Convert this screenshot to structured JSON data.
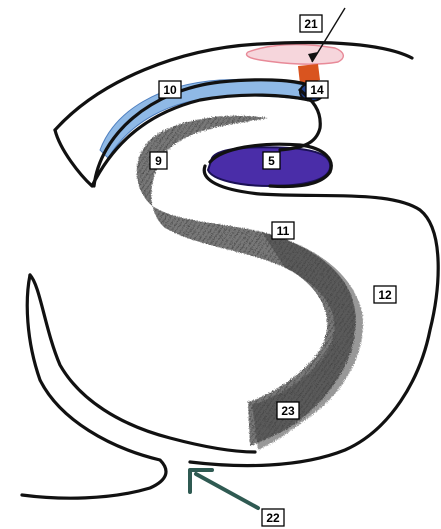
{
  "colors": {
    "outline": "#111111",
    "shading": "#555555",
    "blue_band": "#8fb9e6",
    "purple": "#4a2da8",
    "orange": "#d9541f",
    "pink": "#e88a98",
    "arrow_teal": "#2f5a52"
  },
  "labels": {
    "l21": "21",
    "l10": "10",
    "l14": "14",
    "l9": "9",
    "l5": "5",
    "l11": "11",
    "l12": "12",
    "l23": "23",
    "l22": "22"
  }
}
